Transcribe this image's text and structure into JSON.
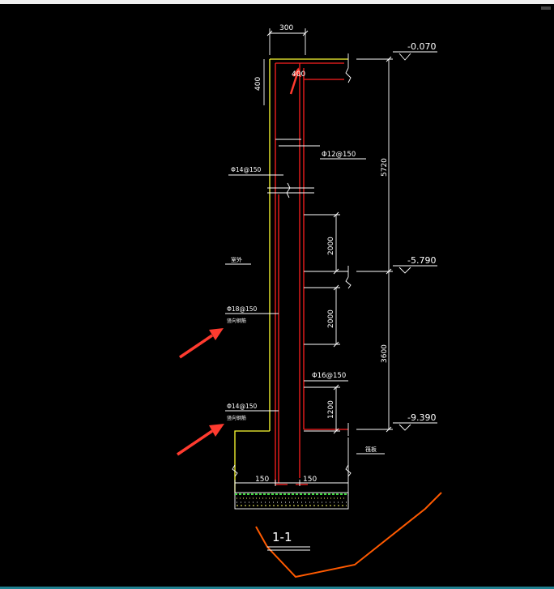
{
  "drawing": {
    "title": "1-1",
    "dimensions": {
      "wall_thickness": "300",
      "top_offset": "400",
      "hook_len": "400",
      "h_upper": "5720",
      "h_lower": "3600",
      "seg_a": "2000",
      "seg_b": "2000",
      "seg_c": "1200",
      "foot_left": "150",
      "foot_right": "150"
    },
    "elevations": {
      "top": "-0.070",
      "middle": "-5.790",
      "bottom": "-9.390"
    },
    "rebar_labels": {
      "inner_upper": "Φ12@150",
      "inner_lower": "Φ16@150",
      "outer_top": "Φ14@150",
      "outer_mid": "Φ18@150",
      "outer_bottom": "Φ14@150",
      "outer_mid_note": "竖向钢筋",
      "outer_bottom_note": "竖向钢筋"
    },
    "side_labels": {
      "exterior": "室外",
      "raft": "筏板"
    },
    "colors": {
      "background": "#000000",
      "wall_outline": "#ffff33",
      "rebar": "#ff2020",
      "dim_lines": "#ffffff",
      "arrows": "#ff3b2f",
      "excavation_line": "#ff5a00",
      "gravel": "#3fdc3f"
    }
  }
}
